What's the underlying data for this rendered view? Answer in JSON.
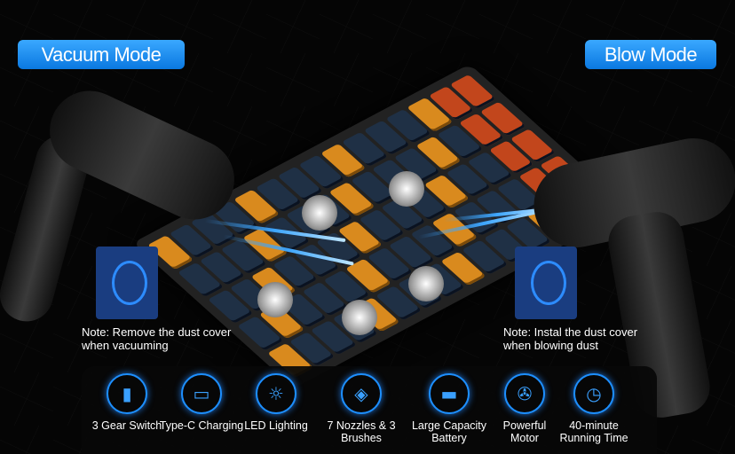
{
  "modes": {
    "vacuum": "Vacuum Mode",
    "blow": "Blow Mode"
  },
  "notes": {
    "vacuum": "Note: Remove the dust cover when vacuuming",
    "blow": "Note: Instal the dust cover when blowing dust"
  },
  "features": [
    {
      "icon": "signal-bars-icon",
      "label": "3 Gear Switch"
    },
    {
      "icon": "usb-c-icon",
      "label": "Type-C Charging"
    },
    {
      "icon": "light-bulb-icon",
      "label": "LED Lighting"
    },
    {
      "icon": "layers-icon",
      "label": "7 Nozzles & 3 Brushes"
    },
    {
      "icon": "battery-icon",
      "label": "Large Capacity Battery"
    },
    {
      "icon": "motor-fan-icon",
      "label": "Powerful Motor"
    },
    {
      "icon": "clock-icon",
      "label": "40-minute Running Time"
    }
  ],
  "colors": {
    "accent": "#1d8fff"
  }
}
